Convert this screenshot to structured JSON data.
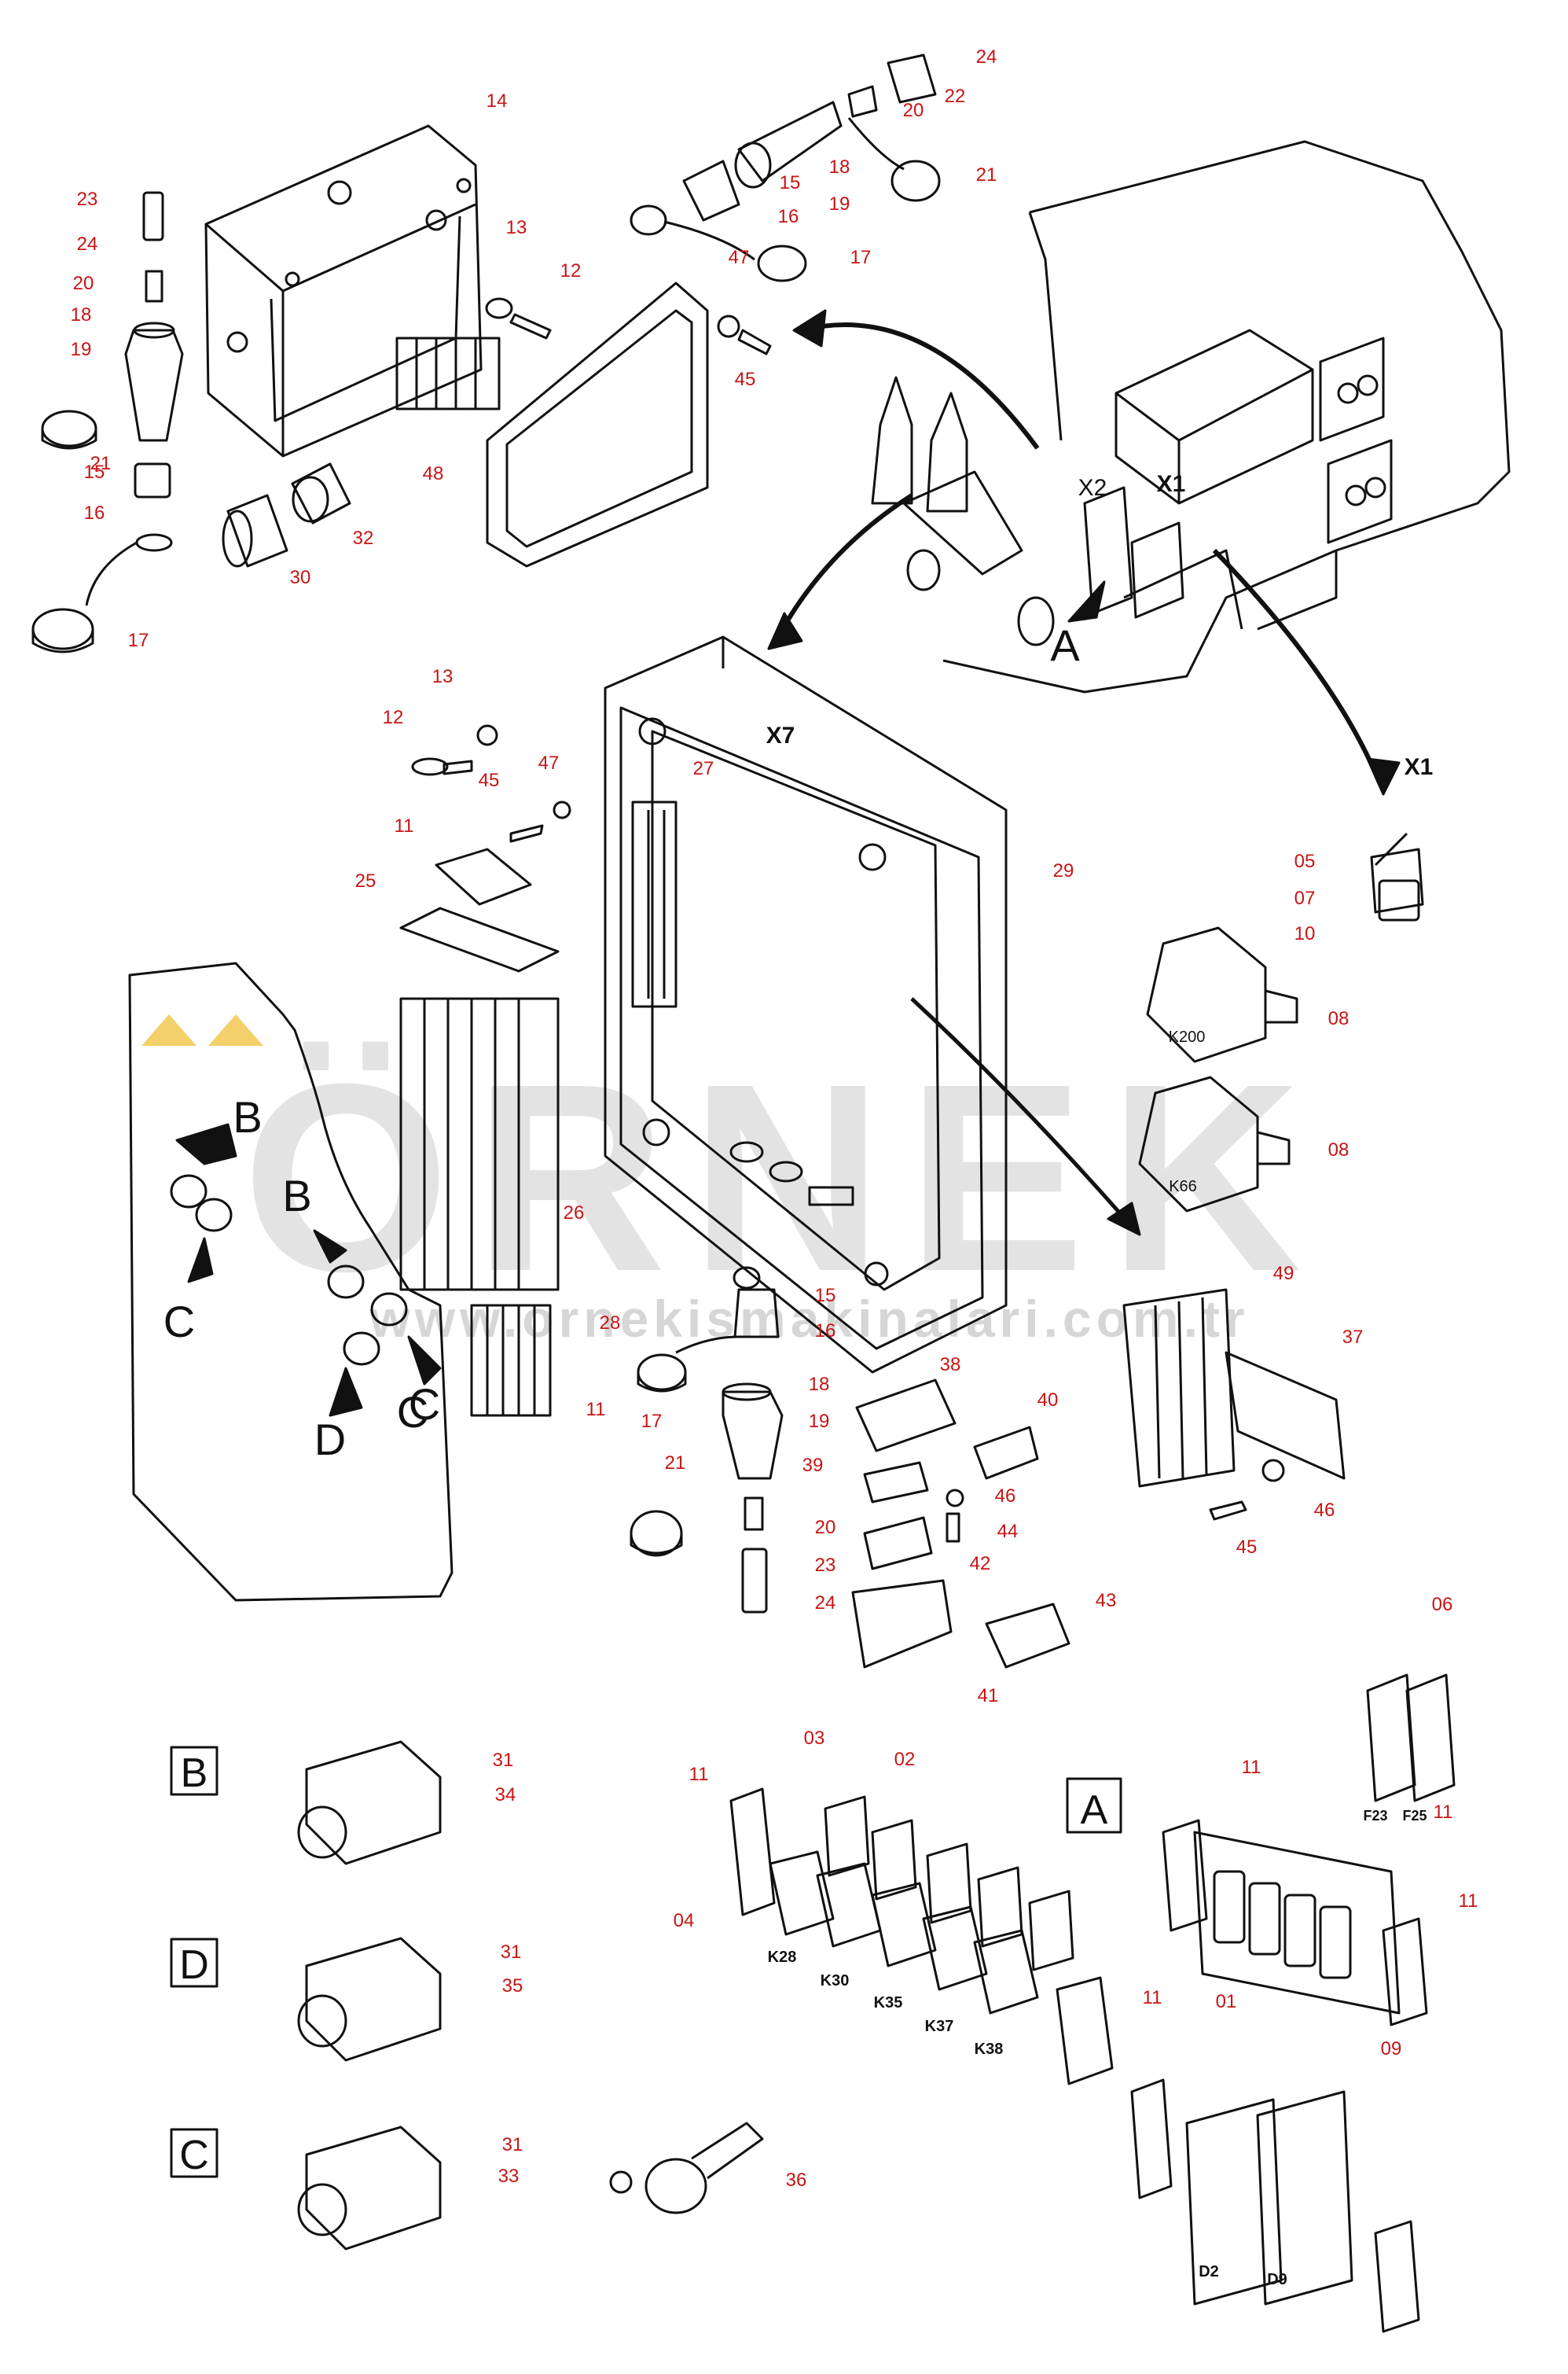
{
  "diagram": {
    "callout_numbers": [
      "24",
      "22",
      "20",
      "18",
      "19",
      "15",
      "16",
      "17",
      "21",
      "14",
      "13",
      "12",
      "47",
      "45",
      "48",
      "32",
      "30",
      "23",
      "24",
      "20",
      "18",
      "19",
      "21",
      "15",
      "16",
      "17",
      "13",
      "12",
      "45",
      "47",
      "11",
      "25",
      "27",
      "29",
      "26",
      "28",
      "11",
      "05",
      "07",
      "10",
      "08",
      "08",
      "49",
      "37",
      "46",
      "45",
      "15",
      "16",
      "17",
      "18",
      "19",
      "21",
      "20",
      "23",
      "24",
      "38",
      "40",
      "39",
      "46",
      "44",
      "42",
      "43",
      "41",
      "31",
      "34",
      "31",
      "35",
      "31",
      "33",
      "36",
      "11",
      "03",
      "02",
      "04",
      "11",
      "06",
      "11",
      "01",
      "09",
      "11",
      "11"
    ],
    "connector_labels": {
      "x7": "X7",
      "x1_top": "X1",
      "x2_top": "X2",
      "x1_switch": "X1"
    },
    "detail_arrows": [
      "A",
      "B",
      "B",
      "C",
      "C",
      "D",
      "C"
    ],
    "detail_boxes": [
      "B",
      "D",
      "C",
      "A"
    ],
    "relay_labels": [
      "K28",
      "K30",
      "K35",
      "K37",
      "K38"
    ],
    "module_labels": [
      "K200",
      "K66"
    ],
    "fuse_labels": [
      "F23",
      "F25"
    ],
    "diode_labels": [
      "D2",
      "D9"
    ],
    "watermark": {
      "brand": "ÖRNEK",
      "url": "www.ornekismakinalari.com.tr"
    },
    "colors": {
      "callout": "#c81414",
      "line": "#111111",
      "watermark": "#d9d9d9",
      "watermark_accent": "#f3d06a"
    }
  }
}
